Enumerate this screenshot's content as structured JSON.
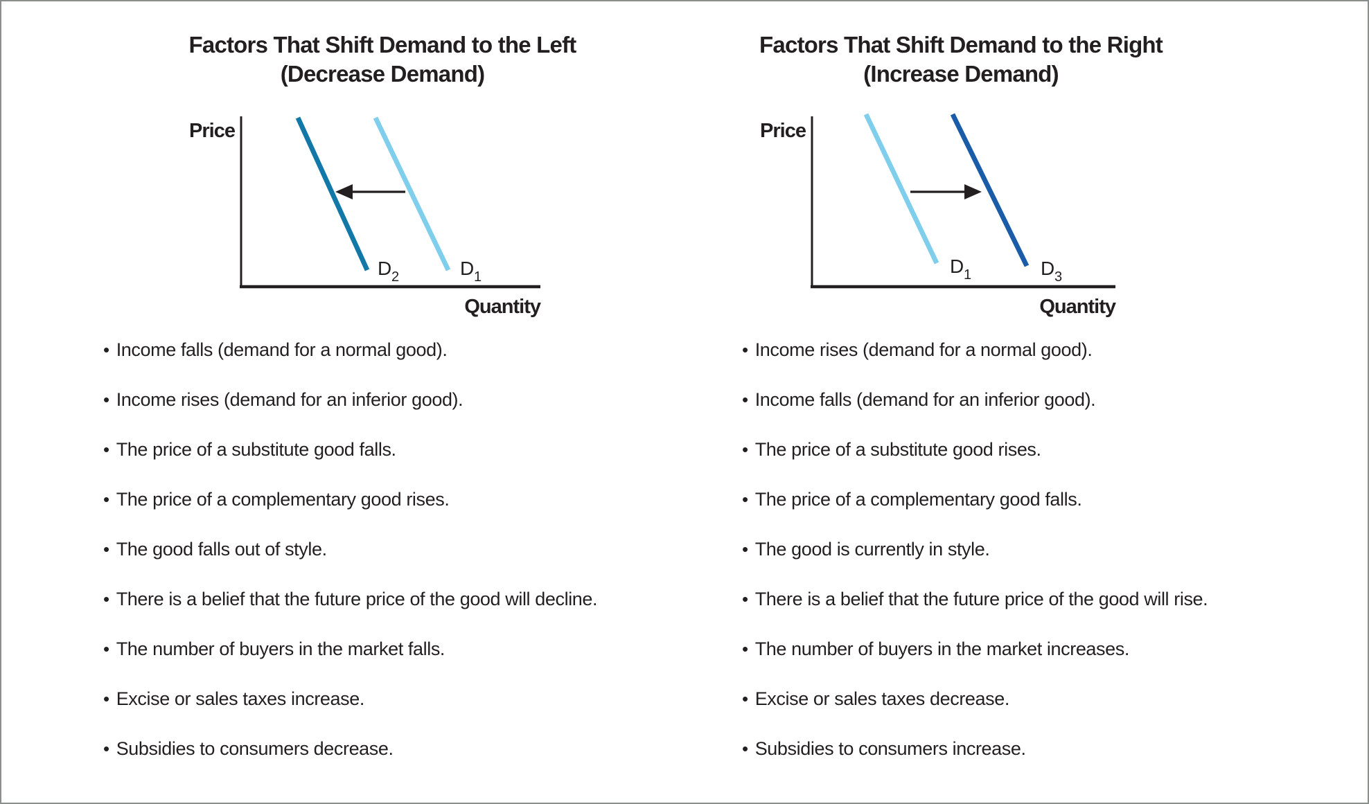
{
  "glyphs": {
    "bullet": "•"
  },
  "colors": {
    "text": "#231f20",
    "axis": "#231f20",
    "arrow": "#231f20",
    "border": "#8b8f8b",
    "light_blue": "#7fceeb",
    "medium_blue": "#1278a8",
    "dark_blue": "#1a5ca8"
  },
  "left_panel": {
    "title_line1": "Factors That Shift Demand to the Left",
    "title_line2": "(Decrease Demand)",
    "chart": {
      "type": "diagram-demand-shift",
      "y_axis_label": "Price",
      "x_axis_label": "Quantity",
      "shift_direction": "left",
      "curves": [
        {
          "label": "D",
          "sub": "2",
          "color": "#1278a8",
          "role": "shifted-demand-curve"
        },
        {
          "label": "D",
          "sub": "1",
          "color": "#7fceeb",
          "role": "original-demand-curve"
        }
      ]
    },
    "bullets": [
      "Income falls (demand for a normal good).",
      "Income rises (demand for an inferior good).",
      "The price of a substitute good falls.",
      "The price of a complementary good rises.",
      "The good falls out of style.",
      "There is a belief that the future price of the good will decline.",
      "The number of buyers in the market falls.",
      "Excise or sales taxes increase.",
      "Subsidies to consumers decrease."
    ]
  },
  "right_panel": {
    "title_line1": "Factors That Shift Demand to the Right",
    "title_line2": "(Increase Demand)",
    "chart": {
      "type": "diagram-demand-shift",
      "y_axis_label": "Price",
      "x_axis_label": "Quantity",
      "shift_direction": "right",
      "curves": [
        {
          "label": "D",
          "sub": "1",
          "color": "#7fceeb",
          "role": "original-demand-curve"
        },
        {
          "label": "D",
          "sub": "3",
          "color": "#1a5ca8",
          "role": "shifted-demand-curve"
        }
      ]
    },
    "bullets": [
      "Income rises (demand for a normal good).",
      "Income falls (demand for an inferior good).",
      "The price of a substitute good rises.",
      "The price of a complementary good falls.",
      "The good is currently in style.",
      "There is a belief that the future price of the good will rise.",
      "The number of buyers in the market increases.",
      "Excise or sales taxes decrease.",
      "Subsidies to consumers increase."
    ]
  }
}
